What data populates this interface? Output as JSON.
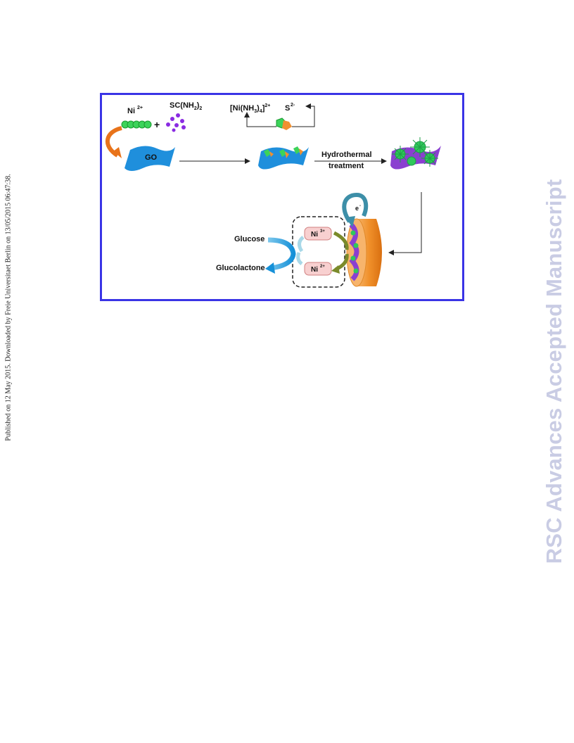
{
  "page": {
    "side_note": "Published on 12 May 2015. Downloaded by Freie Universitaet Berlin on 13/05/2015 06:47:38.",
    "watermark": "RSC Advances Accepted Manuscript"
  },
  "figure": {
    "labels": {
      "ni_ion": "Ni",
      "ni_ion_charge": "2+",
      "thiourea_main": "SC(NH",
      "thiourea_sub": "2",
      "thiourea_end": ")",
      "thiourea_sub2": "2",
      "plus": "+",
      "complex_main": "[Ni(NH",
      "complex_sub": "3",
      "complex_end": ")",
      "complex_sub2": "4",
      "complex_close": "]",
      "complex_charge": "2+",
      "sulfide": "S",
      "sulfide_charge": "2-",
      "go": "GO",
      "hydrothermal": "Hydrothermal",
      "treatment": "treatment",
      "electron": "e",
      "electron_charge": "-",
      "glucose": "Glucose",
      "glucolactone": "Glucolactone",
      "ni3": "Ni",
      "ni3_charge": "3+",
      "ni2": "Ni",
      "ni2_charge": "2+"
    },
    "colors": {
      "border": "#3a34e6",
      "go_sheet": "#1f8fdc",
      "nickel_ion": "#3cd35a",
      "thiourea": "#8a2be2",
      "arrow_orange": "#e8731a",
      "electrode": "#f0902a",
      "teal_arrow": "#3d8fa8",
      "olive_arrow": "#7a8a2a"
    }
  }
}
